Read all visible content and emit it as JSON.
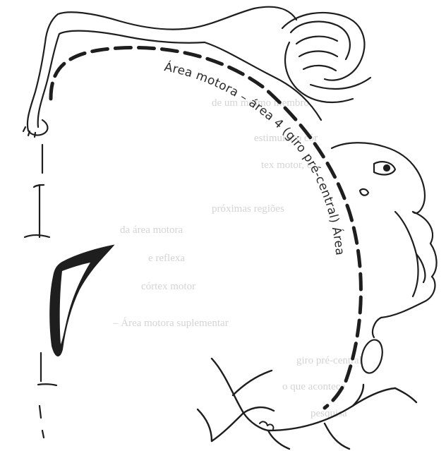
{
  "figure": {
    "arc_label": "Área motora – área 4 (giro pré-central) Área",
    "ghost_text": [
      "de um mesmo membro",
      "estimular o cór",
      "tex motor, e",
      "próximas regiões",
      "da área motora",
      "e reflexa",
      "córtex motor",
      "– Área motora suplementar",
      "giro pré-central",
      "o que acontece",
      "pesquisa"
    ],
    "colors": {
      "ink": "#1e1e1e",
      "paper": "#ffffff",
      "bleed_through": "#d4d4d4"
    }
  }
}
